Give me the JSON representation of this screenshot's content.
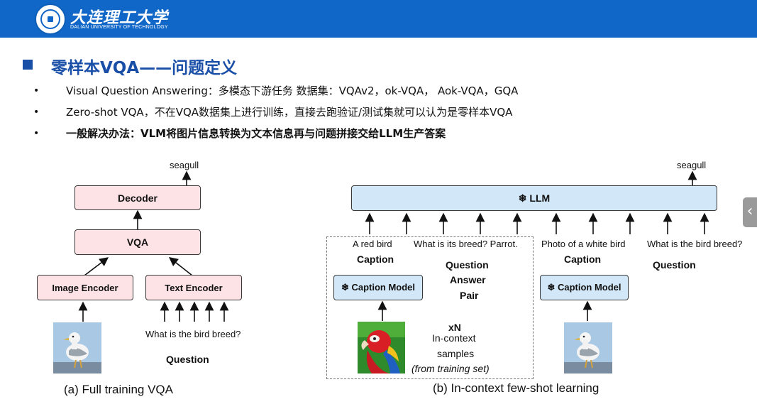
{
  "header": {
    "university_cn": "大连理工大学",
    "university_en": "DALIAN UNIVERSITY OF TECHNOLOGY",
    "bar_color": "#1167c7"
  },
  "slide": {
    "title": "零样本VQA——问题定义",
    "bullets": [
      {
        "mark": "•",
        "text": "Visual Question Answering：多模态下游任务    数据集：VQAv2，ok-VQA，  Aok-VQA，GQA"
      },
      {
        "mark": "•",
        "text": "Zero-shot VQA，不在VQA数据集上进行训练，直接去跑验证/测试集就可以认为是零样本VQA"
      },
      {
        "mark": "•",
        "text": "一般解决办法：VLM将图片信息转换为文本信息再与问题拼接交给LLM生产答案"
      }
    ]
  },
  "figure": {
    "left": {
      "output": "seagull",
      "decoder": "Decoder",
      "vqa": "VQA",
      "image_encoder": "Image Encoder",
      "text_encoder": "Text Encoder",
      "question_text": "What is the bird breed?",
      "question_label": "Question",
      "caption": "(a) Full training VQA"
    },
    "right": {
      "output": "seagull",
      "llm": "❄ LLM",
      "ctx_caption": "A red bird",
      "ctx_qa": "What is its breed? Parrot.",
      "caption_label": "Caption",
      "qa_pair_label_1": "Question",
      "qa_pair_label_2": "Answer",
      "qa_pair_label_3": "Pair",
      "caption_model": "❄ Caption Model",
      "multiplier": "xN",
      "in_context_1": "In-context",
      "in_context_2": "samples",
      "in_context_3": "(from training set)",
      "test_caption": "Photo of a white bird",
      "test_question_text": "What is the bird breed?",
      "test_caption_label": "Caption",
      "test_question_label": "Question",
      "caption_model_2": "❄ Caption Model",
      "caption": "(b) In-context few-shot learning"
    }
  },
  "colors": {
    "title": "#1a4fa8",
    "pink_box": "#fde3e6",
    "blue_box": "#d2e8f8"
  }
}
